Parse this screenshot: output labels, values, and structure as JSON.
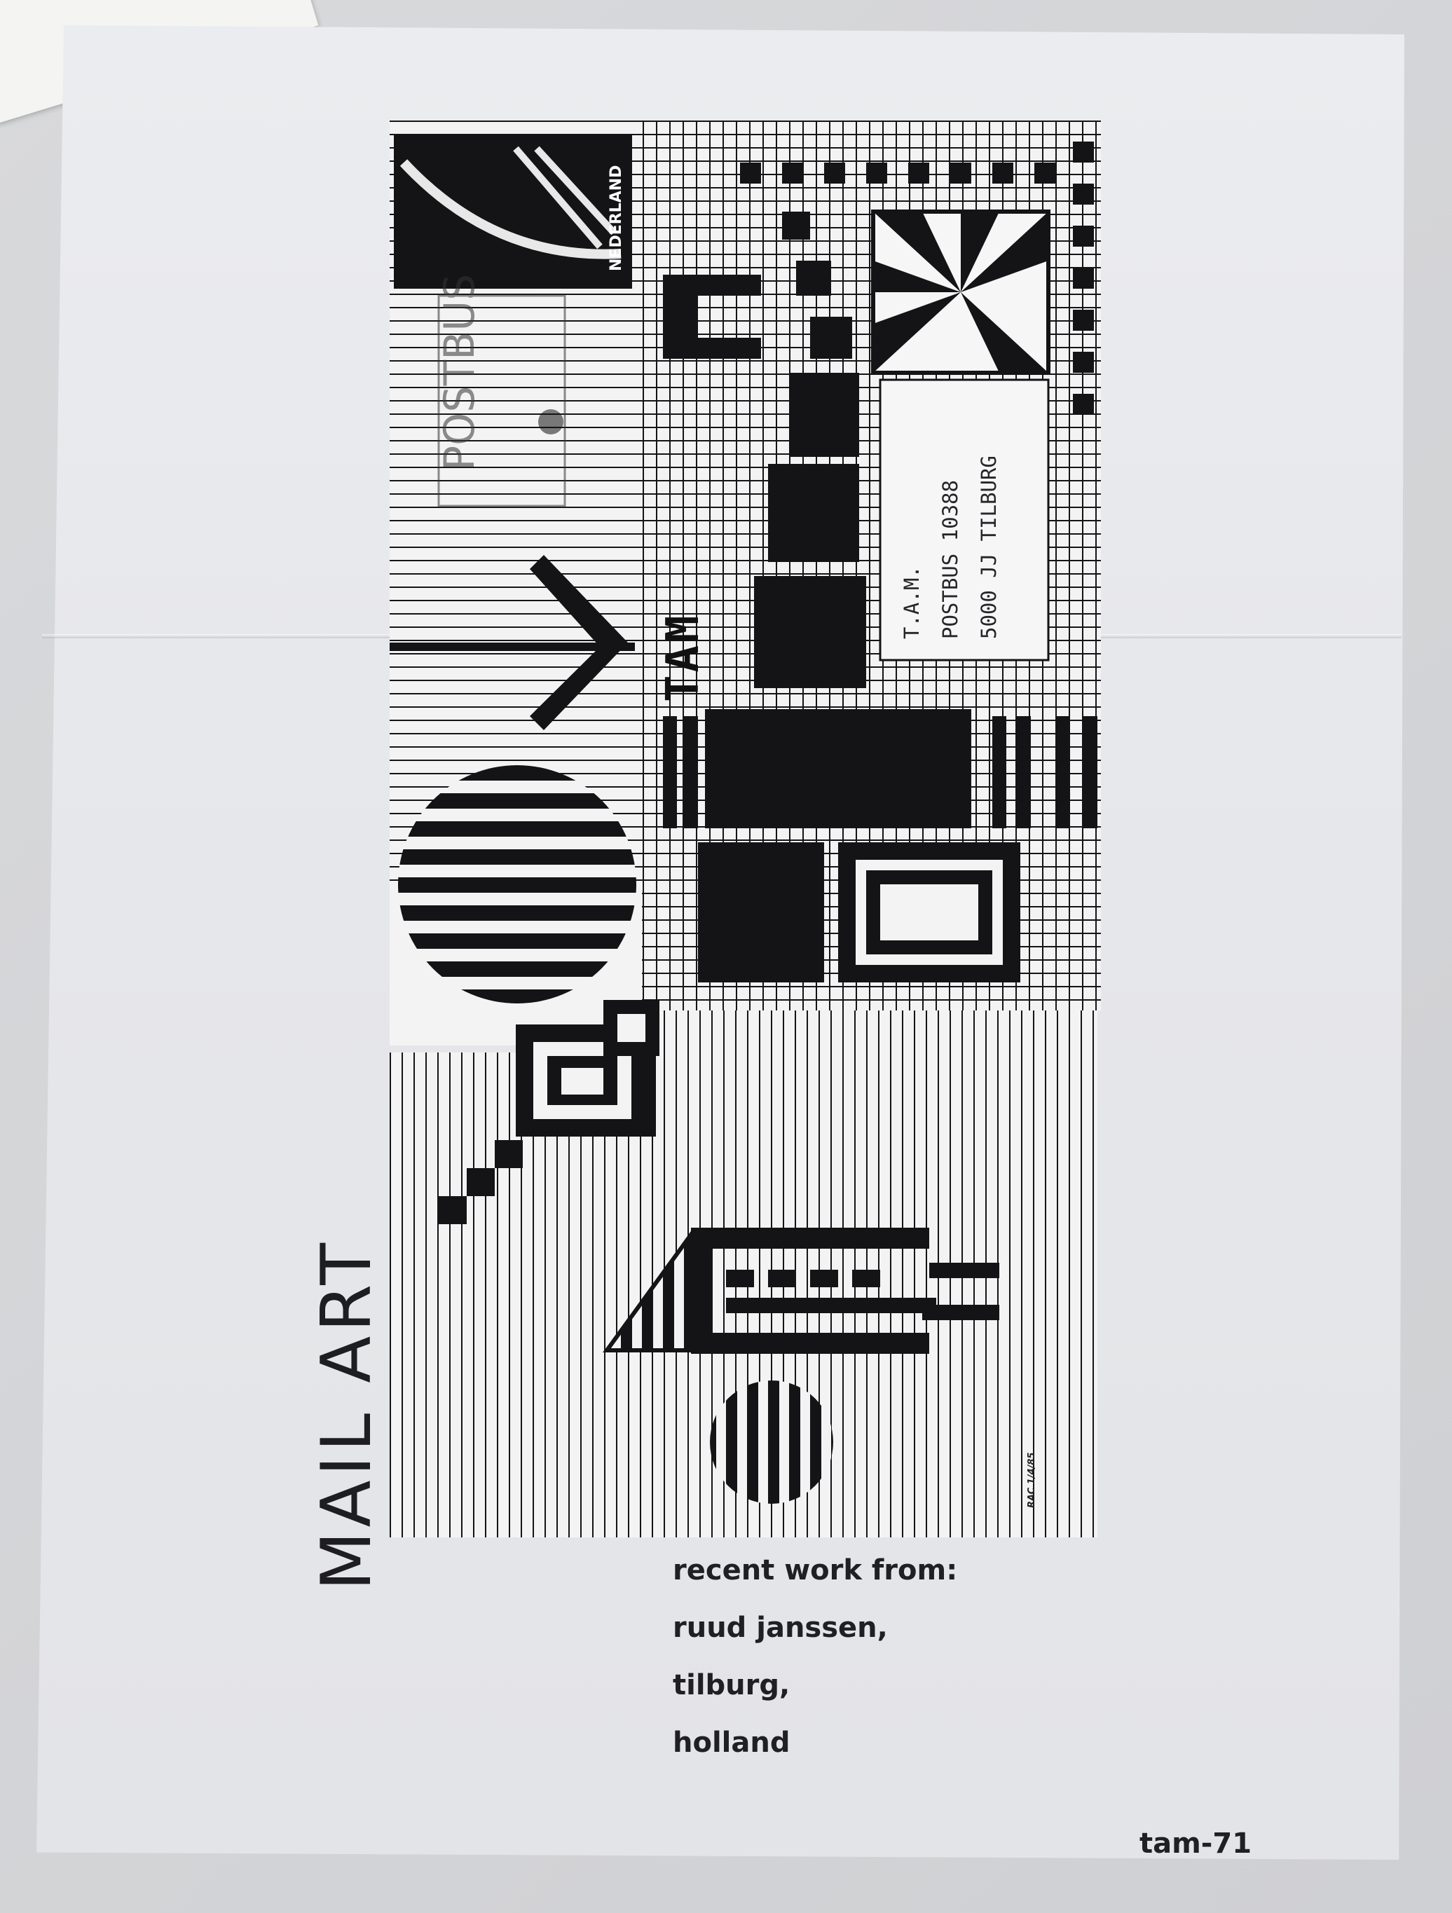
{
  "document": {
    "title": "MAIL ART",
    "credits": [
      "recent  work  from:",
      "ruud  janssen,",
      "tilburg,",
      "holland"
    ],
    "catalog_code": "tam-71"
  },
  "envelope": {
    "stamp_country": "NEDERLAND",
    "postmark": "POSTBUS",
    "address_lines": [
      "T.A.M.",
      "POSTBUS 10388",
      "5000 JJ  TILBURG"
    ],
    "logo": "TAM",
    "signature": "RAC 1/4/85"
  },
  "colors": {
    "ink": "#141416",
    "paper": "#e8e9ec"
  }
}
